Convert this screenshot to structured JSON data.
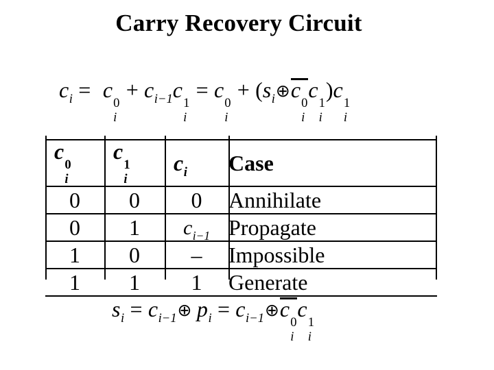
{
  "title": "Carry Recovery Circuit",
  "colors": {
    "text": "#000000",
    "background": "#ffffff",
    "lines": "#000000"
  },
  "formulas": {
    "carry": {
      "lhs": "c",
      "lhs_sub": "i",
      "eq1": "=",
      "a": "c",
      "a_sup": "0",
      "a_sub": "i",
      "plus1": "+",
      "b": "c",
      "b_sub": "i−1",
      "c": "c",
      "c_sup": "1",
      "c_sub": "i",
      "eq2": "=",
      "d": "c",
      "d_sup": "0",
      "d_sub": "i",
      "plus2": "+",
      "lparen": "(",
      "s": "s",
      "s_sub": "i",
      "xor": "⊕",
      "nc": "c",
      "nc_sup": "0",
      "nc_sub": "i",
      "e": "c",
      "e_sup": "1",
      "e_sub": "i",
      "rparen": ")",
      "f": "c",
      "f_sup": "1",
      "f_sub": "i"
    },
    "sum": {
      "lhs": "s",
      "lhs_sub": "i",
      "eq1": "=",
      "a": "c",
      "a_sub": "i−1",
      "xor1": "⊕",
      "p": "p",
      "p_sub": "i",
      "eq2": "=",
      "b": "c",
      "b_sub": "i−1",
      "xor2": "⊕",
      "nc": "c",
      "nc_sup": "0",
      "nc_sub": "i",
      "c": "c",
      "c_sup": "1",
      "c_sub": "i"
    }
  },
  "table": {
    "headers": {
      "col1": {
        "base": "c",
        "sup": "0",
        "sub": "i"
      },
      "col2": {
        "base": "c",
        "sup": "1",
        "sub": "i"
      },
      "col3": {
        "base": "c",
        "sub": "i"
      },
      "col4": "Case"
    },
    "rows": [
      {
        "c0": "0",
        "c1": "0",
        "ci": "0",
        "case": "Annihilate"
      },
      {
        "c0": "0",
        "c1": "1",
        "ci_base": "c",
        "ci_sub": "i−1",
        "case": "Propagate"
      },
      {
        "c0": "1",
        "c1": "0",
        "ci": "–",
        "case": "Impossible"
      },
      {
        "c0": "1",
        "c1": "1",
        "ci": "1",
        "case": "Generate"
      }
    ]
  }
}
